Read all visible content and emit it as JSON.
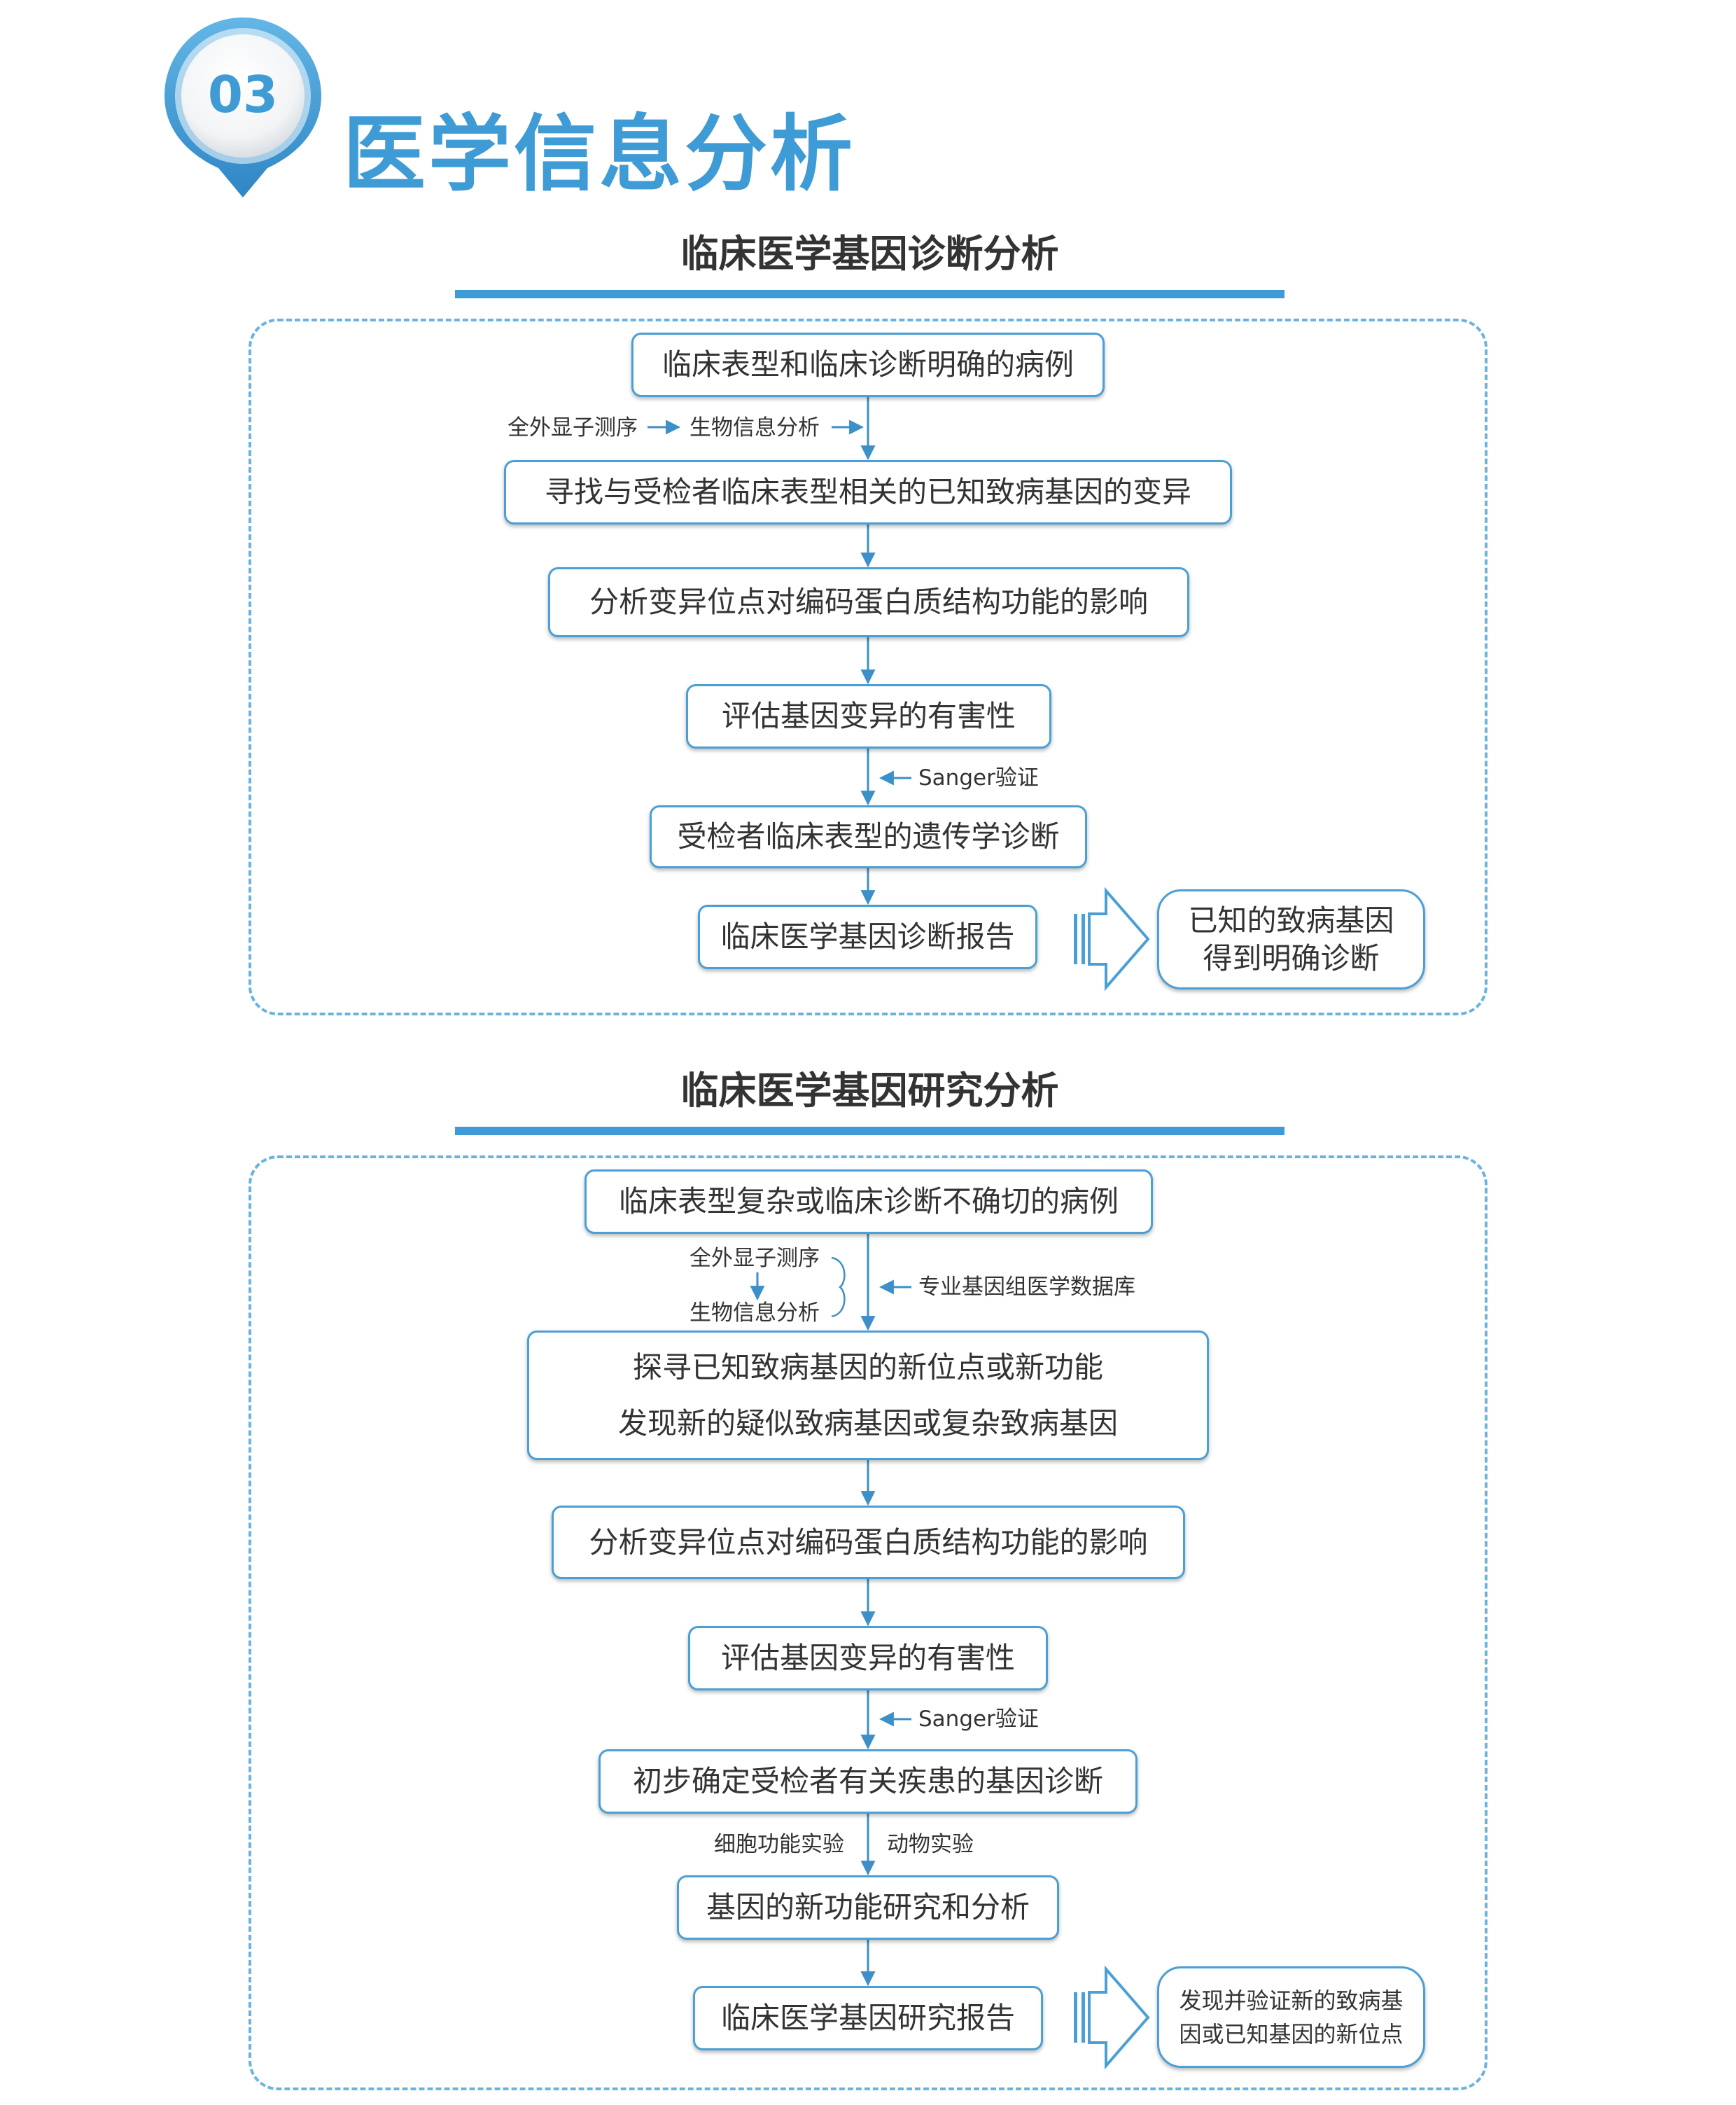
{
  "header": {
    "badge_number": "03",
    "title": "医学信息分析"
  },
  "section1": {
    "title": "临床医学基因诊断分析",
    "steps": [
      "临床表型和临床诊断明确的病例",
      "寻找与受检者临床表型相关的已知致病基因的变异",
      "分析变异位点对编码蛋白质结构功能的影响",
      "评估基因变异的有害性",
      "受检者临床表型的遗传学诊断",
      "临床医学基因诊断报告"
    ],
    "notes": {
      "sequencing": "全外显子测序",
      "bioinformatics": "生物信息分析",
      "sanger": "Sanger验证"
    },
    "result_lines": [
      "已知的致病基因",
      "得到明确诊断"
    ]
  },
  "section2": {
    "title": "临床医学基因研究分析",
    "steps": [
      "临床表型复杂或临床诊断不确切的病例",
      "探寻已知致病基因的新位点或新功能",
      "发现新的疑似致病基因或复杂致病基因",
      "分析变异位点对编码蛋白质结构功能的影响",
      "评估基因变异的有害性",
      "初步确定受检者有关疾患的基因诊断",
      "基因的新功能研究和分析",
      "临床医学基因研究报告"
    ],
    "notes": {
      "sequencing": "全外显子测序",
      "bioinformatics": "生物信息分析",
      "database": "专业基因组医学数据库",
      "sanger": "Sanger验证",
      "cell_experiment": "细胞功能实验",
      "animal_experiment": "动物实验"
    },
    "result_lines": [
      "发现并验证新的致病基",
      "因或已知基因的新位点"
    ]
  },
  "colors": {
    "accent": "#3f9bd5",
    "box_border": "#4a9fd6",
    "frame_dash": "#6ab3e0",
    "arrow_line": "#3d8fc9",
    "text": "#333333"
  }
}
